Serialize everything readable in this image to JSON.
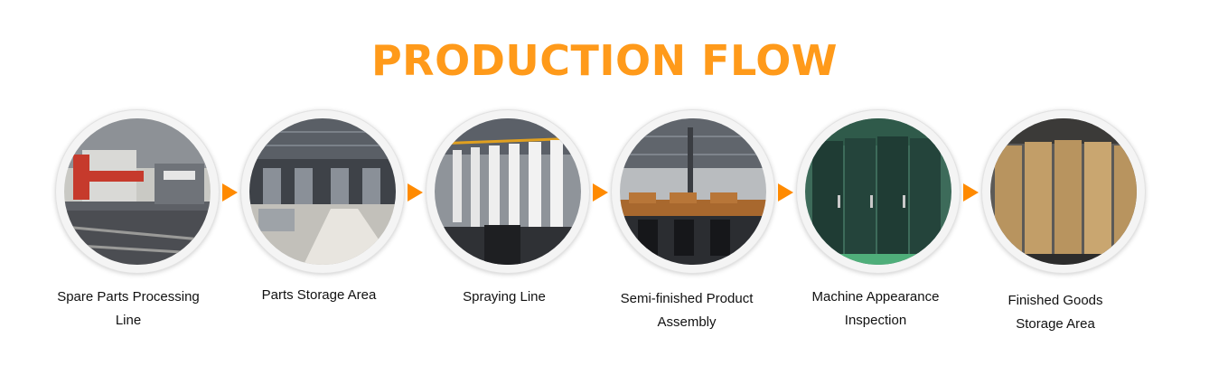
{
  "title": "PRODUCTION FLOW",
  "colors": {
    "accent": "#ff9a1a",
    "arrow": "#ff8a00",
    "text": "#111111"
  },
  "steps": [
    {
      "label_line1": "Spare Parts Processing",
      "label_line2": "Line"
    },
    {
      "label_line1": "Parts Storage Area",
      "label_line2": ""
    },
    {
      "label_line1": "Spraying Line",
      "label_line2": ""
    },
    {
      "label_line1": "Semi-finished Product",
      "label_line2": "Assembly"
    },
    {
      "label_line1": "Machine Appearance",
      "label_line2": "Inspection"
    },
    {
      "label_line1": "Finished Goods",
      "label_line2": "Storage Area"
    }
  ]
}
